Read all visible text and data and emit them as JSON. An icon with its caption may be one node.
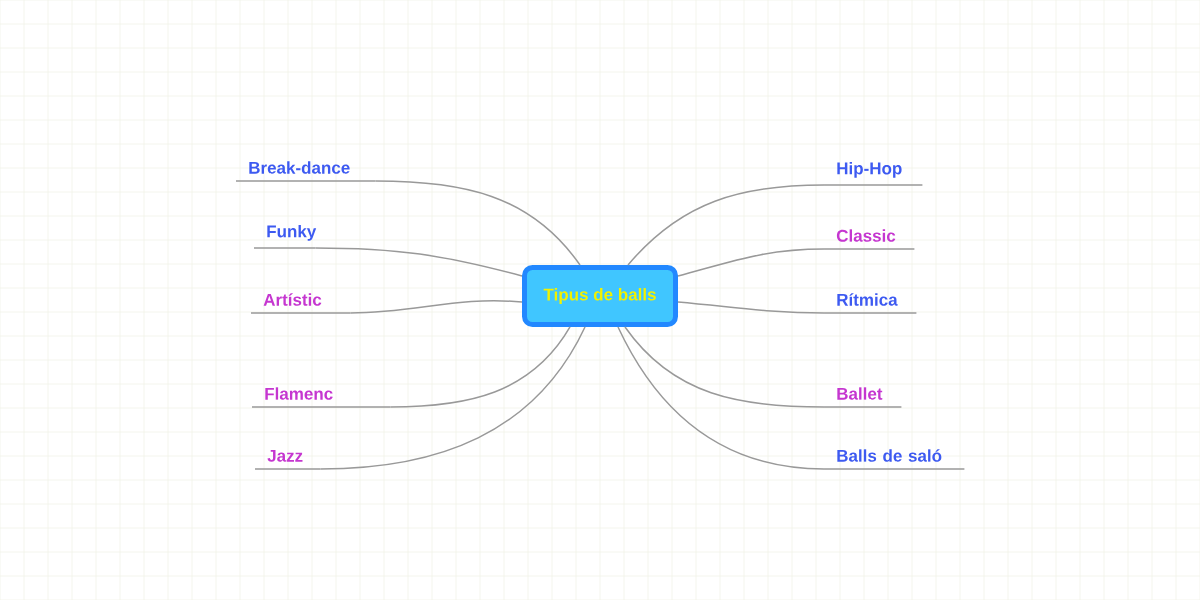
{
  "diagram": {
    "nodes": [
      {
        "text": [
          "Tipus de balls"
        ]
      },
      {
        "text": [
          "Break-dance"
        ]
      },
      {
        "text": [
          "Funky"
        ]
      },
      {
        "text": [
          "Artístic"
        ]
      },
      {
        "text": [
          "Flamenc"
        ]
      },
      {
        "text": [
          "Jazz"
        ]
      },
      {
        "text": [
          "Hip-Hop"
        ]
      },
      {
        "text": [
          "Classic"
        ]
      },
      {
        "text": [
          "Rítmica"
        ]
      },
      {
        "text": [
          "Ballet"
        ]
      },
      {
        "text": [
          "Balls de saló"
        ]
      }
    ],
    "edges": [
      {
        "from": 0,
        "to": 1,
        "arrow": "none"
      },
      {
        "from": 0,
        "to": 2,
        "arrow": "none"
      },
      {
        "from": 0,
        "to": 3,
        "arrow": "none"
      },
      {
        "from": 0,
        "to": 4,
        "arrow": "none"
      },
      {
        "from": 0,
        "to": 5,
        "arrow": "none"
      },
      {
        "from": 0,
        "to": 6,
        "arrow": "none"
      },
      {
        "from": 0,
        "to": 7,
        "arrow": "none"
      },
      {
        "from": 0,
        "to": 8,
        "arrow": "none"
      },
      {
        "from": 0,
        "to": 9,
        "arrow": "none"
      },
      {
        "from": 0,
        "to": 10,
        "arrow": "none"
      }
    ]
  }
}
